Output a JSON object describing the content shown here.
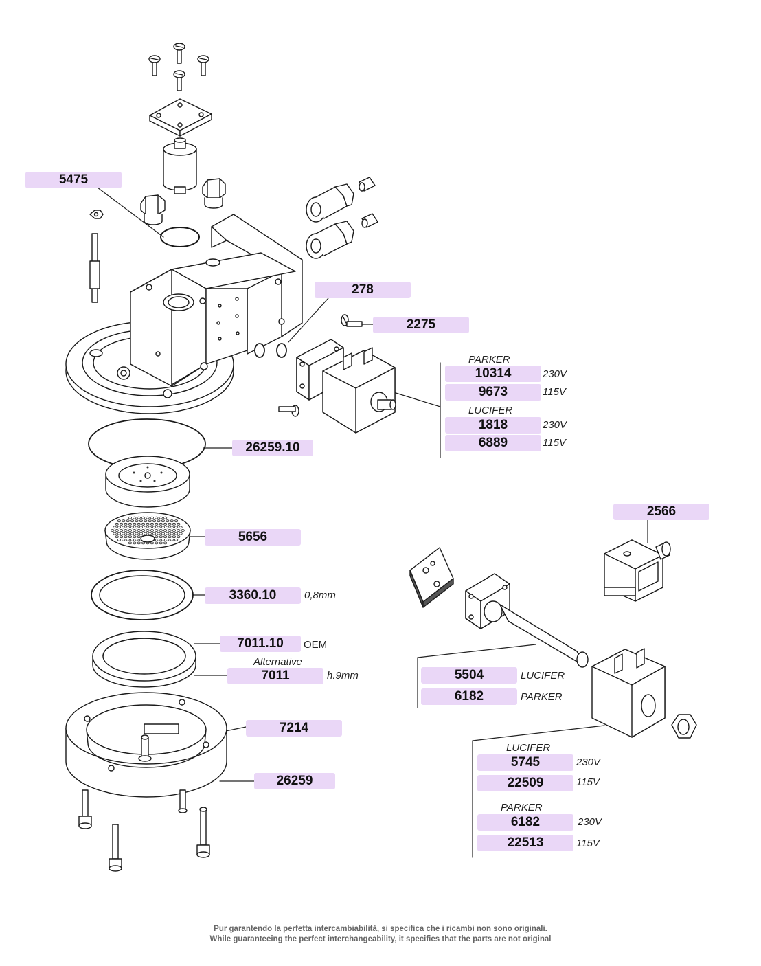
{
  "parts": {
    "p5475": "5475",
    "p278": "278",
    "p2275": "2275",
    "p26259_10": "26259.10",
    "p5656": "5656",
    "p3360_10": "3360.10",
    "p7011_10": "7011.10",
    "p7011": "7011",
    "p7214": "7214",
    "p26259": "26259",
    "p2566": "2566",
    "p5504": "5504",
    "p6182a": "6182",
    "p10314": "10314",
    "p9673": "9673",
    "p1818": "1818",
    "p6889": "6889",
    "p5745": "5745",
    "p22509": "22509",
    "p6182b": "6182",
    "p22513": "22513"
  },
  "notes": {
    "thickness": "0,8mm",
    "oem": "OEM",
    "alternative": "Alternative",
    "height": "h.9mm",
    "v230": "230V",
    "v115": "115V",
    "parker": "PARKER",
    "lucifer": "LUCIFER"
  },
  "footer": {
    "line1": "Pur garantendo la perfetta intercambiabilità, si specifica che i ricambi non sono originali.",
    "line2": "While guaranteeing the perfect interchangeability, it specifies that the parts are not original"
  }
}
